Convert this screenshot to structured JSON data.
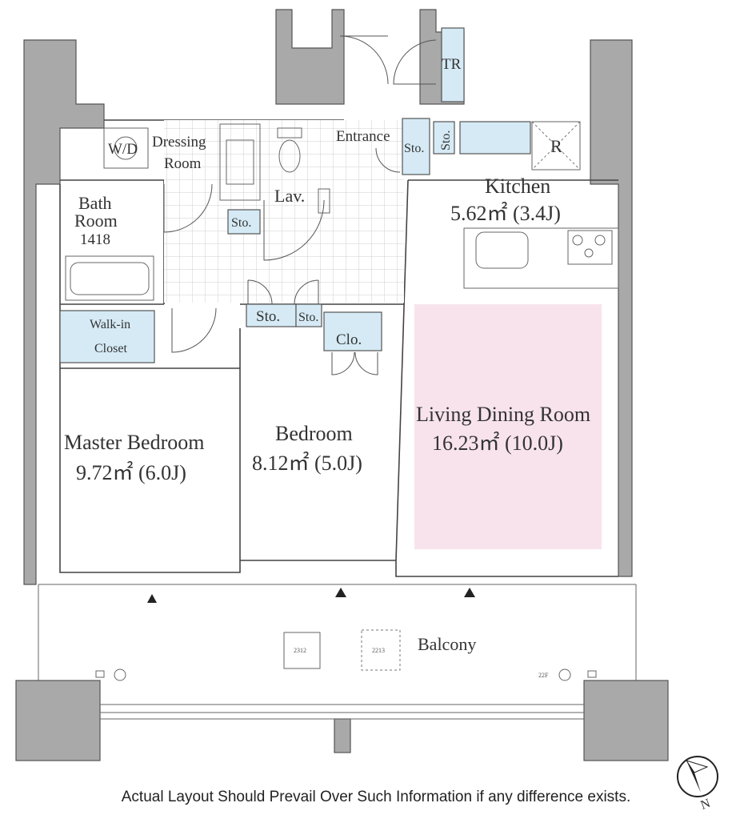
{
  "rooms": {
    "tr": "TR",
    "entrance": "Entrance",
    "sto_entrance": "Sto.",
    "sto_kitchen": "Sto.",
    "refrigerator": "R",
    "kitchen": {
      "name": "Kitchen",
      "area": "5.62㎡ (3.4J)"
    },
    "washer": "W/D",
    "dressing": {
      "line1": "Dressing",
      "line2": "Room"
    },
    "lav": "Lav.",
    "sto_dressing": "Sto.",
    "bath": {
      "line1": "Bath",
      "line2": "Room",
      "line3": "1418"
    },
    "walkin": {
      "line1": "Walk-in",
      "line2": "Closet"
    },
    "sto_hall_a": "Sto.",
    "sto_hall_b": "Sto.",
    "clo": "Clo.",
    "master": {
      "name": "Master Bedroom",
      "area": "9.72㎡  (6.0J)"
    },
    "bedroom": {
      "name": "Bedroom",
      "area": "8.12㎡  (5.0J)"
    },
    "living": {
      "name": "Living Dining Room",
      "area": "16.23㎡  (10.0J)"
    },
    "balcony": "Balcony",
    "unit_a": "2312",
    "unit_b": "2213",
    "floor_tag": "22F"
  },
  "compass": {
    "label": "N"
  },
  "disclaimer": "Actual Layout Should Prevail Over Such Information if any difference exists.",
  "colors": {
    "living_highlight": "#f8e3ec",
    "storage": "#d5eaf5",
    "walls": "#a9a9a9"
  }
}
